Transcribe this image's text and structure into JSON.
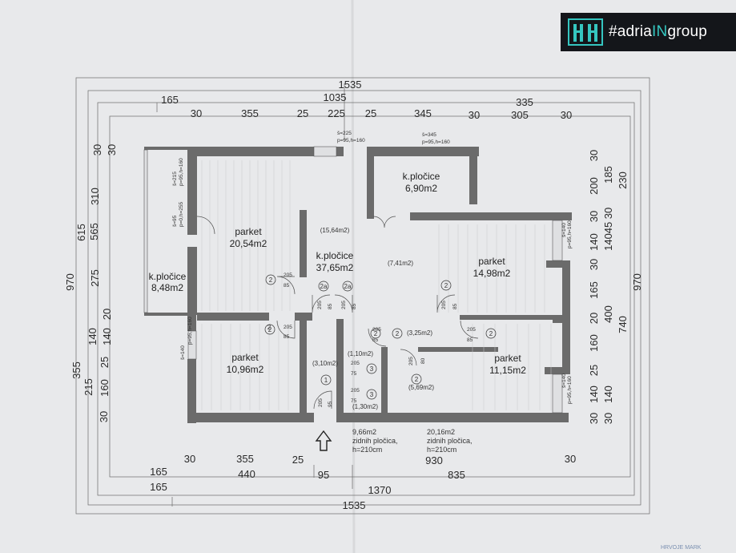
{
  "logo": {
    "hash": "#adria",
    "highlight": "IN",
    "rest": "group",
    "icon": "building-logo-icon",
    "accent": "#35c6c0"
  },
  "corner_text": "HRVOJE MARK",
  "rooms": [
    {
      "name": "parket",
      "area": "20,54m2"
    },
    {
      "name": "k.pločice",
      "area": "8,48m2"
    },
    {
      "name": "k.pločice",
      "area": "37,65m2"
    },
    {
      "name": "k.pločice",
      "area": "6,90m2"
    },
    {
      "name": "parket",
      "area": "14,98m2"
    },
    {
      "name": "parket",
      "area": "10,96m2"
    },
    {
      "name": "parket",
      "area": "11,15m2"
    }
  ],
  "sub_areas": [
    "(15,64m2)",
    "(7,41m2)",
    "(3,25m2)",
    "(3,10m2)",
    "(1,10m2)",
    "(1,30m2)",
    "(5,69m2)"
  ],
  "bath_notes": [
    {
      "area": "9,66m2",
      "line1": "zidnih pločica,",
      "line2": "h=210cm"
    },
    {
      "area": "20,16m2",
      "line1": "zidnih pločica,",
      "line2": "h=210cm"
    }
  ],
  "window_notes": [
    "š=225",
    "p=95,h=160",
    "š=345",
    "p=95,h=160",
    "š=215",
    "p=95,h=160",
    "š=95",
    "p=0,h=255",
    "š=140",
    "p=95,h=160",
    "š=140",
    "p=95,h=160",
    "š=140",
    "p=95,h=160"
  ],
  "door_labels": [
    "2",
    "2",
    "2a",
    "2a",
    "2",
    "2",
    "2",
    "2",
    "2",
    "3",
    "3",
    "1",
    "2"
  ],
  "door_dims": [
    "205",
    "85",
    "205",
    "85",
    "205",
    "85",
    "205",
    "85",
    "205",
    "85",
    "205",
    "85",
    "205",
    "85",
    "205",
    "75",
    "205",
    "75",
    "205",
    "95",
    "205",
    "80"
  ],
  "dims_top": [
    "1535",
    "165",
    "1035",
    "335",
    "30",
    "355",
    "25",
    "225",
    "25",
    "345",
    "30",
    "305",
    "30"
  ],
  "dims_bottom": [
    "30",
    "355",
    "25",
    "930",
    "30",
    "165",
    "440",
    "95",
    "835",
    "165",
    "1370",
    "1535"
  ],
  "dims_left": [
    "970",
    "615",
    "355",
    "310",
    "565",
    "275",
    "215",
    "30",
    "30",
    "20",
    "140",
    "140",
    "25",
    "160",
    "30"
  ],
  "dims_right": [
    "970",
    "740",
    "230",
    "30",
    "200",
    "185",
    "30",
    "30",
    "45",
    "140",
    "140",
    "30",
    "165",
    "20",
    "400",
    "160",
    "25",
    "140",
    "140",
    "30",
    "30"
  ]
}
